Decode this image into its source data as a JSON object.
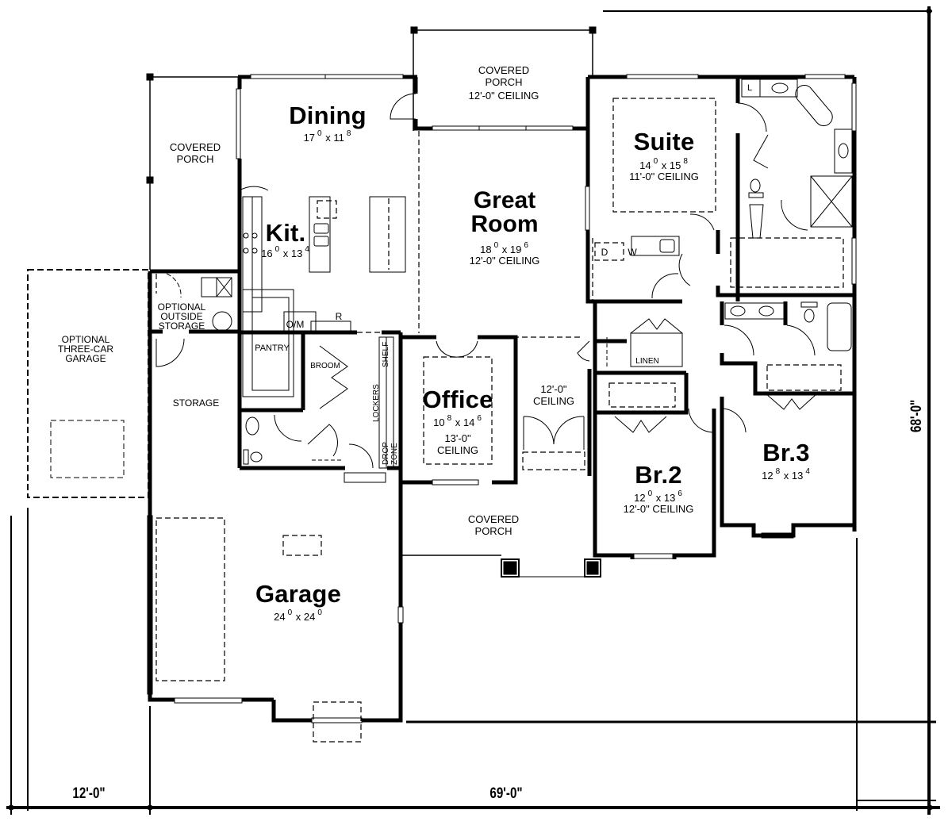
{
  "plan": {
    "type": "floor-plan",
    "colors": {
      "wall": "#000000",
      "background": "#ffffff",
      "dashed": "#000000"
    }
  },
  "rooms": {
    "dining": {
      "name": "Dining",
      "w": "17",
      "w_in": "0",
      "l": "11",
      "l_in": "8"
    },
    "kitchen": {
      "name": "Kit.",
      "w": "16",
      "w_in": "0",
      "l": "13",
      "l_in": "4"
    },
    "great_room": {
      "name_line1": "Great",
      "name_line2": "Room",
      "w": "18",
      "w_in": "0",
      "l": "19",
      "l_in": "6",
      "ceiling": "12'-0\" CEILING"
    },
    "suite": {
      "name": "Suite",
      "w": "14",
      "w_in": "0",
      "l": "15",
      "l_in": "8",
      "ceiling": "11'-0\" CEILING"
    },
    "office": {
      "name": "Office",
      "w": "10",
      "w_in": "8",
      "l": "14",
      "l_in": "6",
      "ceiling_line1": "13'-0\"",
      "ceiling_line2": "CEILING"
    },
    "br2": {
      "name": "Br.2",
      "w": "12",
      "w_in": "0",
      "l": "13",
      "l_in": "6",
      "ceiling": "12'-0\" CEILING"
    },
    "br3": {
      "name": "Br.3",
      "w": "12",
      "w_in": "8",
      "l": "13",
      "l_in": "4"
    },
    "garage": {
      "name": "Garage",
      "w": "24",
      "w_in": "0",
      "l": "24",
      "l_in": "0"
    }
  },
  "labels": {
    "porch_rear": {
      "line1": "COVERED",
      "line2": "PORCH",
      "line3": "12'-0\" CEILING"
    },
    "porch_side": {
      "line1": "COVERED",
      "line2": "PORCH"
    },
    "porch_front": {
      "line1": "COVERED",
      "line2": "PORCH"
    },
    "optional_garage": {
      "line1": "OPTIONAL",
      "line2": "THREE-CAR",
      "line3": "GARAGE"
    },
    "optional_storage": {
      "line1": "OPTIONAL",
      "line2": "OUTSIDE",
      "line3": "STORAGE"
    },
    "storage": "STORAGE",
    "pantry": "PANTRY",
    "om": "O/M",
    "refrigerator": "R",
    "broom": "BROOM",
    "shelf": "SHELF",
    "lockers": "LOCKERS",
    "drop_zone_line1": "DROP",
    "drop_zone_line2": "ZONE",
    "linen": "LINEN",
    "dryer": "D",
    "washer": "W",
    "laundry_tub": "L",
    "foyer_ceiling": {
      "line1": "12'-0\"",
      "line2": "CEILING"
    }
  },
  "dimensions": {
    "left_width": "12'-0\"",
    "main_width": "69'-0\"",
    "depth": "68'-0\""
  }
}
